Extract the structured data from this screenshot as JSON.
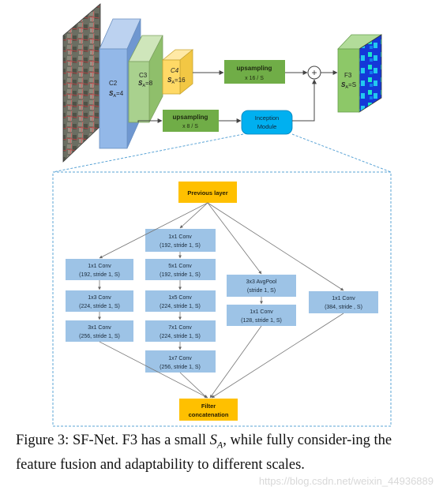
{
  "colors": {
    "c2_blue": "#93b8e8",
    "c3_green": "#a9d18e",
    "c4_yellow": "#ffd966",
    "green_box": "#70ad47",
    "inception_module": "#00b0f0",
    "previous_layer": "#ffc000",
    "conv_box": "#9dc3e6",
    "dashed_border": "#5ba4d6"
  },
  "top": {
    "c2": {
      "name": "C2",
      "scale": "SA=4"
    },
    "c3": {
      "name": "C3",
      "scale": "SA=8"
    },
    "c4": {
      "name": "C4",
      "scale": "SA=16"
    },
    "up_top": {
      "title": "upsampling",
      "factor": "x 16 / S"
    },
    "up_bottom": {
      "title": "upsampling",
      "factor": "x 8 / S"
    },
    "inception": {
      "line1": "Inception",
      "line2": "Module"
    },
    "plus_symbol": "+",
    "f3": {
      "name": "F3",
      "scale": "SA=S"
    }
  },
  "inception_detail": {
    "previous_layer": "Previous layer",
    "filter_concat": {
      "line1": "Filter",
      "line2": "concatenation"
    },
    "branch1": [
      {
        "title": "1x1 Conv",
        "params": "(192, stride 1, S)"
      },
      {
        "title": "1x3 Conv",
        "params": "(224, stride 1, S)"
      },
      {
        "title": "3x1 Conv",
        "params": "(256, stride 1, S)"
      }
    ],
    "branch2": [
      {
        "title": "1x1 Conv",
        "params": "(192, stride 1, S)"
      },
      {
        "title": "5x1 Conv",
        "params": "(192, stride 1, S)"
      },
      {
        "title": "1x5 Conv",
        "params": "(224, stride 1, S)"
      },
      {
        "title": "7x1 Conv",
        "params": "(224, stride 1, S)"
      },
      {
        "title": "1x7 Conv",
        "params": "(256, stride 1, S)"
      }
    ],
    "branch3": [
      {
        "title": "3x3 AvgPool",
        "params": "(stride 1, S)"
      },
      {
        "title": "1x1 Conv",
        "params": "(128, stride 1, S)"
      }
    ],
    "branch4": [
      {
        "title": "1x1 Conv",
        "params": "(384, stride , S)"
      }
    ]
  },
  "caption": {
    "prefix": "Figure 3: SF-Net. F3 has a small ",
    "sa_main": "S",
    "sa_sub": "A",
    "suffix": ", while fully consider-ing the feature fusion and adaptability to different scales."
  },
  "watermark": "https://blog.csdn.net/weixin_44936889"
}
